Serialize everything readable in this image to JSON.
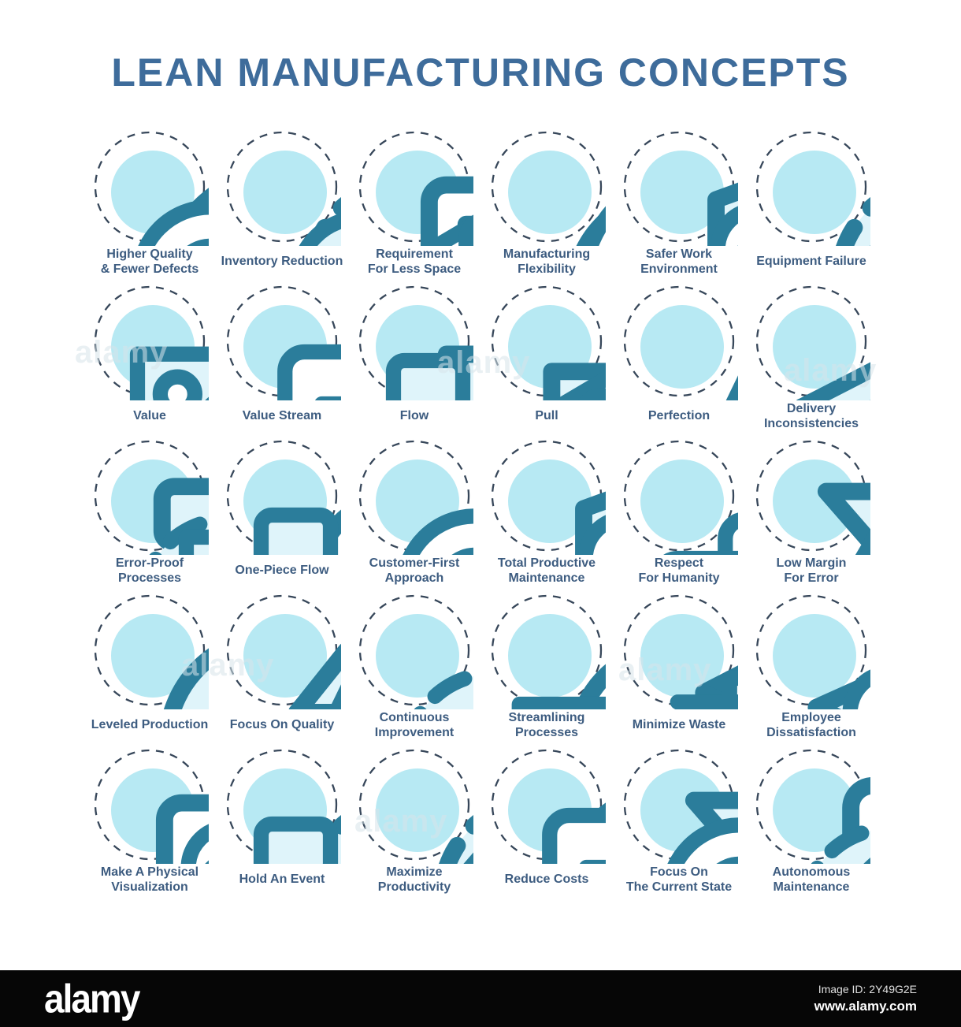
{
  "title": "LEAN MANUFACTURING CONCEPTS",
  "colors": {
    "title": "#3E6C9B",
    "label": "#3D5C80",
    "line_art": "#2B7D9B",
    "blob": "#B7E9F3",
    "dashed_ring": "#37475A",
    "footer_bg": "#060606",
    "footer_text": "#FFFFFF"
  },
  "watermark": {
    "text": "alamy"
  },
  "tiles": [
    {
      "label": "Higher Quality\n& Fewer Defects",
      "icon": "higher-quality-fewer-defects-icon",
      "glyphs": [
        "cross",
        "magnifier",
        "check"
      ]
    },
    {
      "label": "Inventory Reduction",
      "icon": "inventory-reduction-icon",
      "glyphs": [
        "gear",
        "pin",
        "box"
      ]
    },
    {
      "label": "Requirement\nFor Less Space",
      "icon": "requirement-for-less-space-icon",
      "glyphs": [
        "monitor",
        "warehouse",
        "list"
      ]
    },
    {
      "label": "Manufacturing\nFlexibility",
      "icon": "manufacturing-flexibility-icon",
      "glyphs": [
        "clock",
        "rocket",
        "gear"
      ]
    },
    {
      "label": "Safer Work\nEnvironment",
      "icon": "safer-work-environment-icon",
      "glyphs": [
        "shield",
        "person",
        "cross"
      ]
    },
    {
      "label": "Equipment Failure",
      "icon": "equipment-failure-icon",
      "glyphs": [
        "gear",
        "wrench",
        "cross"
      ]
    },
    {
      "label": "Value",
      "icon": "value-icon",
      "glyphs": [
        "star",
        "tag",
        "info"
      ]
    },
    {
      "label": "Value Stream",
      "icon": "value-stream-icon",
      "glyphs": [
        "chevrons",
        "list",
        "dollar"
      ]
    },
    {
      "label": "Flow",
      "icon": "flow-icon",
      "glyphs": [
        "puzzle",
        "nodes",
        "person"
      ]
    },
    {
      "label": "Pull",
      "icon": "pull-icon",
      "glyphs": [
        "truck",
        "warehouse",
        "calendar"
      ]
    },
    {
      "label": "Perfection",
      "icon": "perfection-icon",
      "glyphs": [
        "arrowUp",
        "star",
        "gear"
      ]
    },
    {
      "label": "Delivery\nInconsistencies",
      "icon": "delivery-inconsistencies-icon",
      "glyphs": [
        "pin",
        "box",
        "cross"
      ]
    },
    {
      "label": "Error-Proof\nProcesses",
      "icon": "error-proof-processes-icon",
      "glyphs": [
        "nodes",
        "gear",
        "shapes"
      ]
    },
    {
      "label": "One-Piece Flow",
      "icon": "one-piece-flow-icon",
      "glyphs": [
        "refresh",
        "nodes",
        "box"
      ]
    },
    {
      "label": "Customer-First\nApproach",
      "icon": "customer-first-approach-icon",
      "glyphs": [
        "person",
        "magnifier",
        "box"
      ]
    },
    {
      "label": "Total Productive\nMaintenance",
      "icon": "total-productive-maintenance-icon",
      "glyphs": [
        "shield",
        "person",
        "gear"
      ]
    },
    {
      "label": "Respect\nFor Humanity",
      "icon": "respect-for-humanity-icon",
      "glyphs": [
        "person",
        "case",
        "check"
      ]
    },
    {
      "label": "Low Margin\nFor Error",
      "icon": "low-margin-for-error-icon",
      "glyphs": [
        "funnel",
        "warning",
        "clock"
      ]
    },
    {
      "label": "Leveled Production",
      "icon": "leveled-production-icon",
      "glyphs": [
        "dollar",
        "chart",
        "clock"
      ]
    },
    {
      "label": "Focus On Quality",
      "icon": "focus-on-quality-icon",
      "glyphs": [
        "diamond",
        "star",
        "check"
      ]
    },
    {
      "label": "Continuous\nImprovement",
      "icon": "continuous-improvement-icon",
      "glyphs": [
        "arrowUp",
        "gear",
        "chart"
      ]
    },
    {
      "label": "Streamlining\nProcesses",
      "icon": "streamlining-processes-icon",
      "glyphs": [
        "refresh",
        "truck",
        "box"
      ]
    },
    {
      "label": "Minimize Waste",
      "icon": "minimize-waste-icon",
      "glyphs": [
        "box",
        "bin",
        "cross"
      ]
    },
    {
      "label": "Employee\nDissatisfaction",
      "icon": "employee-dissatisfaction-icon",
      "glyphs": [
        "gradcap",
        "person",
        "chart"
      ]
    },
    {
      "label": "Make A Physical\nVisualization",
      "icon": "make-a-physical-visualization-icon",
      "glyphs": [
        "monitor",
        "person",
        "dollar"
      ]
    },
    {
      "label": "Hold An Event",
      "icon": "hold-an-event-icon",
      "glyphs": [
        "gear",
        "nodes",
        "person"
      ]
    },
    {
      "label": "Maximize\nProductivity",
      "icon": "maximize-productivity-icon",
      "glyphs": [
        "gear",
        "arrowUp",
        "star"
      ]
    },
    {
      "label": "Reduce Costs",
      "icon": "reduce-costs-icon",
      "glyphs": [
        "dollar",
        "list",
        "person"
      ]
    },
    {
      "label": "Focus On\nThe Current State",
      "icon": "focus-on-the-current-state-icon",
      "glyphs": [
        "funnel",
        "magnifier",
        "warning"
      ]
    },
    {
      "label": "Autonomous\nMaintenance",
      "icon": "autonomous-maintenance-icon",
      "glyphs": [
        "list",
        "gear",
        "magnifier"
      ]
    }
  ],
  "footer": {
    "brand": "alamy",
    "image_id": "Image ID: 2Y49G2E",
    "url": "www.alamy.com"
  }
}
